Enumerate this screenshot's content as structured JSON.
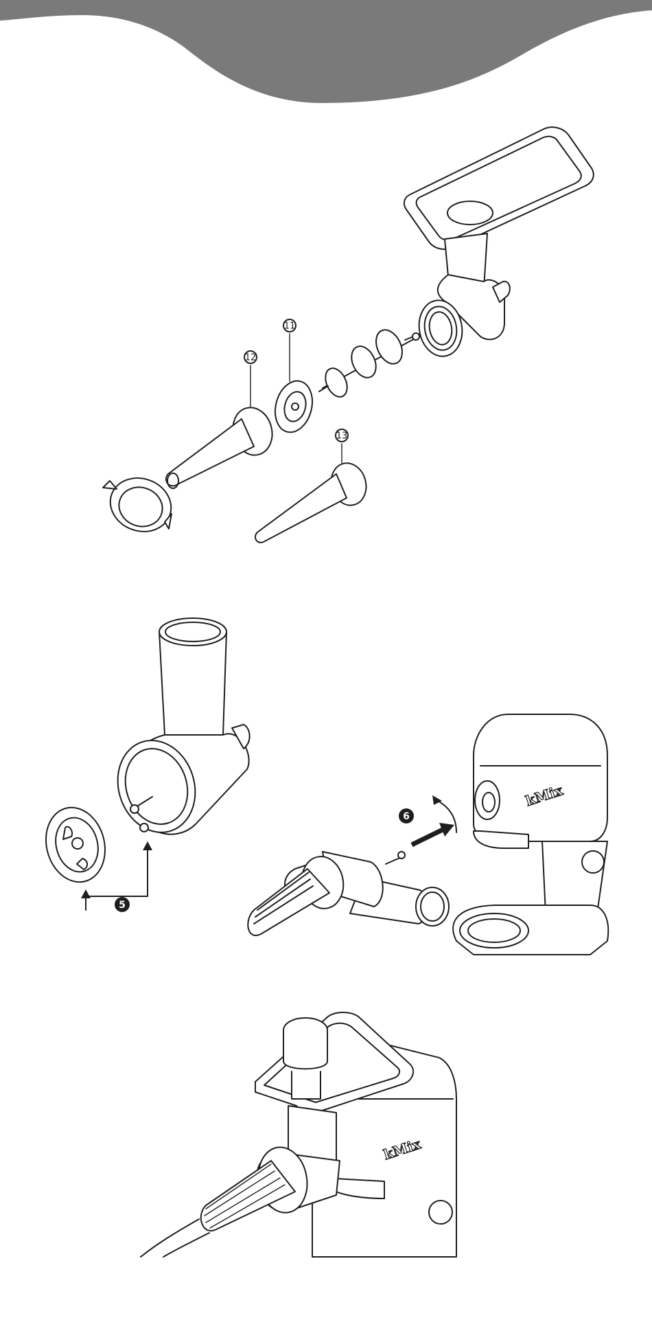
{
  "header": {
    "color": "#7a7a7a"
  },
  "figure1": {
    "callouts": [
      {
        "id": "callout-11",
        "label": "11"
      },
      {
        "id": "callout-12",
        "label": "12"
      },
      {
        "id": "callout-13",
        "label": "13"
      }
    ]
  },
  "figure2": {
    "steps": [
      {
        "id": "step-5",
        "label": "5"
      },
      {
        "id": "step-6",
        "label": "6"
      }
    ],
    "brand": "kMix"
  },
  "figure3": {
    "brand": "kMix"
  }
}
